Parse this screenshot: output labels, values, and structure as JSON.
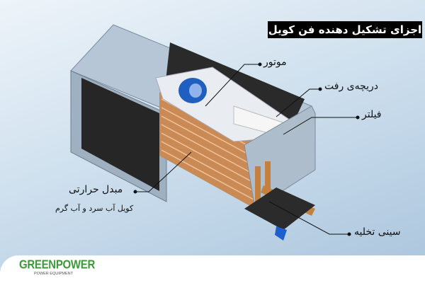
{
  "title": "اجزای تشکیل دهنده فن کویل",
  "labels": {
    "motor": "موتور",
    "supply_grille": "دریچه‌ی رفت",
    "filter": "فیلتر",
    "heat_exchanger": "مبدل حرارتی",
    "heat_exchanger_sub": "کویل آب سرد و آب گرم",
    "drain_pan": "سینی تخلیه"
  },
  "logo": {
    "name": "GREENPOWER",
    "tagline": "POWER EQUIPMENT",
    "color": "#3c9a3a"
  }
}
